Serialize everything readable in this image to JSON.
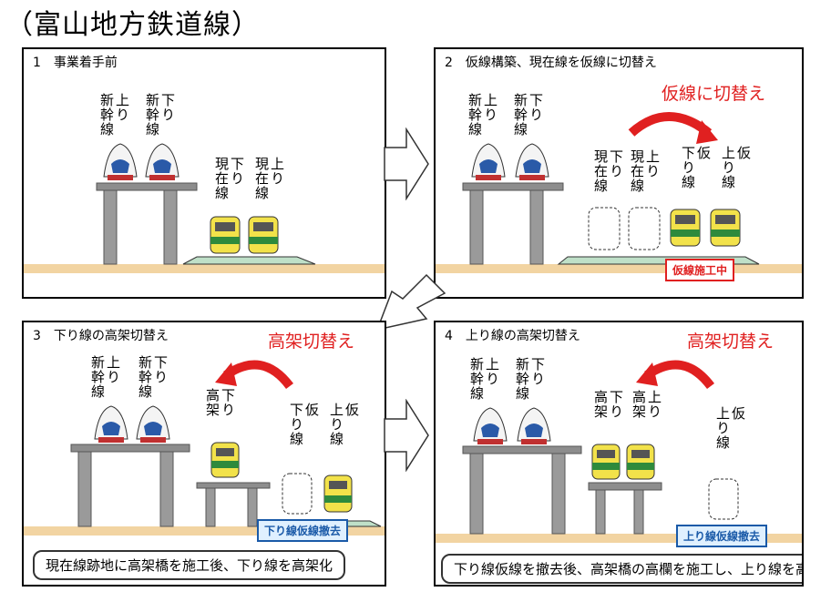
{
  "title": "（富山地方鉄道線）",
  "panels": [
    {
      "title": "1　事業着手前",
      "labels": {
        "shinkansen_up": "上り\n新幹線",
        "shinkansen_down": "下り\n新幹線",
        "current_down": "下り\n現在線",
        "current_up": "上り\n現在線"
      }
    },
    {
      "title": "2　仮線構築、現在線を仮線に切替え",
      "caption": "仮線に切替え",
      "badge": "仮線施工中",
      "labels": {
        "shinkansen_up": "上り\n新幹線",
        "shinkansen_down": "下り\n新幹線",
        "current_down": "下り\n現在線",
        "current_up": "上り\n現在線",
        "temp_down": "仮\n下り線",
        "temp_up": "仮\n上り線"
      }
    },
    {
      "title": "3　下り線の高架切替え",
      "caption": "高架切替え",
      "badge": "下り線仮線撤去",
      "note": "現在線跡地に高架橋を施工後、下り線を高架化",
      "labels": {
        "shinkansen_up": "上り\n新幹線",
        "shinkansen_down": "下り\n新幹線",
        "elevated_down": "下り\n高架",
        "temp_down": "仮\n下り線",
        "temp_up": "仮\n上り線"
      }
    },
    {
      "title": "4　上り線の高架切替え",
      "caption": "高架切替え",
      "badge": "上り線仮線撤去",
      "note": "下り線仮線を撤去後、高架橋の高欄を施工し、上り線を高架化",
      "labels": {
        "shinkansen_up": "上り\n新幹線",
        "shinkansen_down": "下り\n新幹線",
        "elevated_down": "下り\n高架",
        "elevated_up": "上り\n高架",
        "temp_up": "仮\n上り線"
      }
    }
  ],
  "colors": {
    "accent_red": "#e02020",
    "accent_blue": "#1a5aa8",
    "ground": "#f2d4a2",
    "embankment": "#bfe0c8"
  }
}
